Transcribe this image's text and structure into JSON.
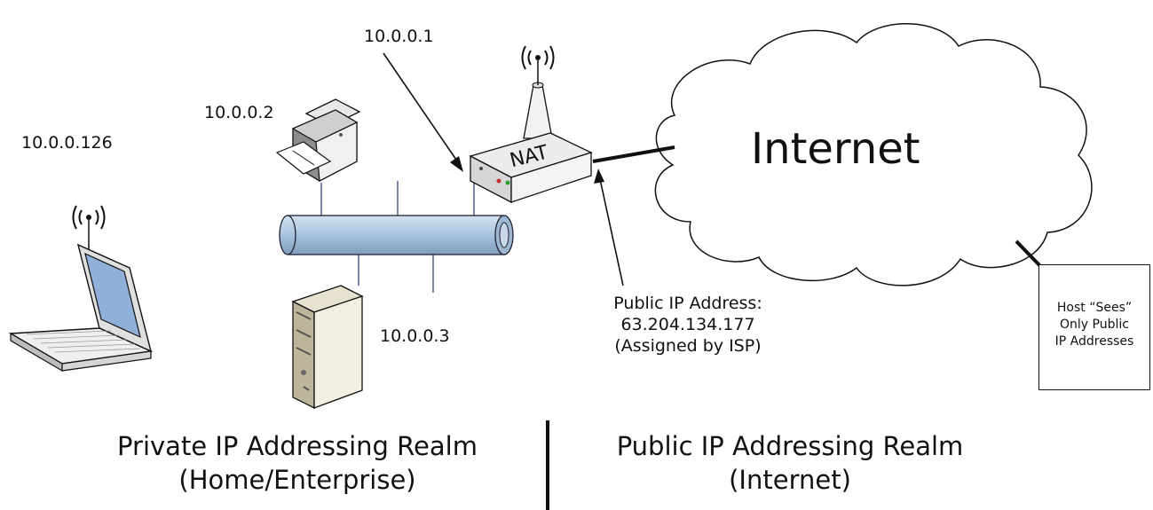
{
  "labels": {
    "ip_router": "10.0.0.1",
    "ip_printer": "10.0.0.2",
    "ip_laptop": "10.0.0.126",
    "ip_server": "10.0.0.3",
    "nat": "NAT",
    "internet": "Internet",
    "public_ip": [
      "Public IP Address:",
      "63.204.134.177",
      "(Assigned by ISP)"
    ],
    "host_note": [
      "Host “Sees”",
      "Only Public",
      "IP Addresses"
    ]
  },
  "realms": {
    "private": {
      "title": "Private IP Addressing Realm",
      "subtitle": "(Home/Enterprise)"
    },
    "public": {
      "title": "Public IP Addressing Realm",
      "subtitle": "(Internet)"
    }
  },
  "colors": {
    "bus_fill": "#a9c3dd",
    "bus_dark": "#7f9dbd",
    "line": "#111111",
    "link": "#4a5a8c"
  }
}
